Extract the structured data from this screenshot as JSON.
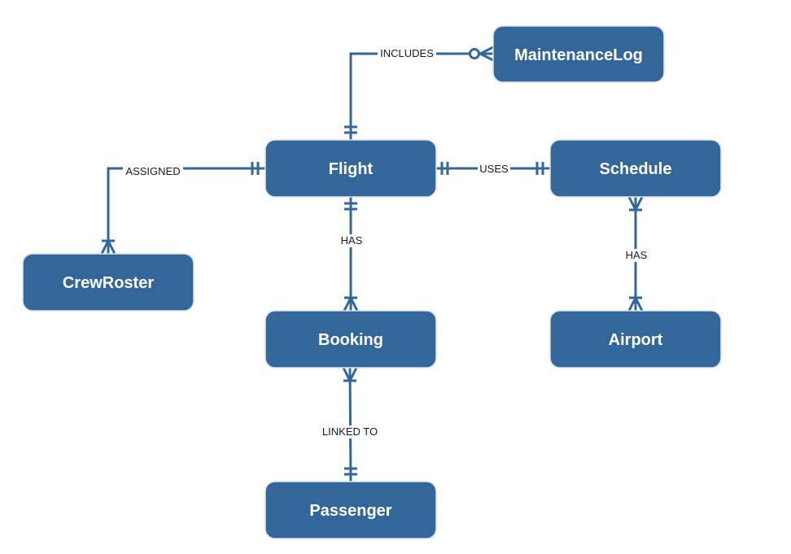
{
  "diagram": {
    "entities": {
      "maintenance_log": "MaintenanceLog",
      "flight": "Flight",
      "schedule": "Schedule",
      "crew_roster": "CrewRoster",
      "booking": "Booking",
      "airport": "Airport",
      "passenger": "Passenger"
    },
    "relationships": {
      "includes": "INCLUDES",
      "uses": "USES",
      "assigned": "ASSIGNED",
      "has_booking": "HAS",
      "has_airport": "HAS",
      "linked_to": "LINKED TO"
    }
  }
}
